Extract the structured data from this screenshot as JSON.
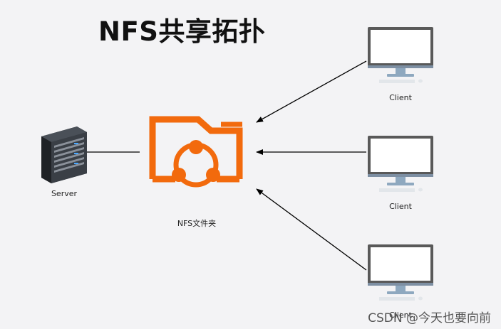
{
  "title": "NFS共享拓扑",
  "server": {
    "label": "Server"
  },
  "folder": {
    "label": "NFS文件夹"
  },
  "clients": [
    {
      "label": "Client"
    },
    {
      "label": "Client"
    },
    {
      "label": "Client"
    }
  ],
  "watermark": "CSDN @今天也要向前",
  "colors": {
    "folder": "#f26a0d",
    "monitor_frame": "#595959",
    "monitor_stand": "#8ea8bf",
    "server_body": "#3a3f46",
    "arrow": "#000000"
  }
}
